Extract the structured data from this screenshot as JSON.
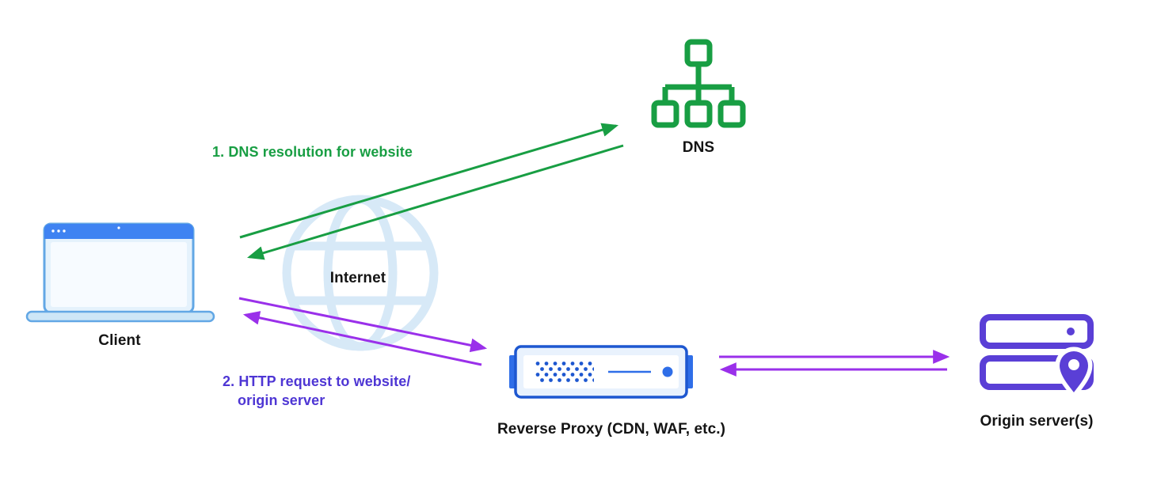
{
  "diagram": {
    "nodes": [
      {
        "id": "client",
        "label": "Client",
        "icon": "laptop-icon"
      },
      {
        "id": "dns",
        "label": "DNS",
        "icon": "dns-tree-icon"
      },
      {
        "id": "internet",
        "label": "Internet",
        "icon": "globe-icon"
      },
      {
        "id": "reverse_proxy",
        "label": "Reverse Proxy (CDN, WAF, etc.)",
        "icon": "server-appliance-icon"
      },
      {
        "id": "origin",
        "label": "Origin server(s)",
        "icon": "server-stack-location-pin-icon"
      }
    ],
    "flows": [
      {
        "id": "dns_resolution",
        "label": "1. DNS resolution for website",
        "from": "Client",
        "to": "DNS",
        "direction": "bidirectional",
        "color": "green"
      },
      {
        "id": "http_request",
        "label_line1": "2. HTTP request to website/",
        "label_line2": "origin server",
        "from": "Client",
        "to": "Reverse Proxy (CDN, WAF, etc.)",
        "direction": "bidirectional",
        "color": "purple"
      },
      {
        "id": "proxy_origin_exchange",
        "from": "Reverse Proxy (CDN, WAF, etc.)",
        "to": "Origin server(s)",
        "direction": "bidirectional",
        "color": "purple"
      }
    ],
    "colors": {
      "green": "#189e43",
      "purple": "#9a30ea",
      "indigo_text": "#4e36d4",
      "globe_blue": "#d7e9f7",
      "proxy_border": "#1d57d0",
      "proxy_fill": "#e9f2fd",
      "proxy_accent": "#2f6ee8",
      "origin_purple": "#5a3fd6",
      "laptop_border": "#62a7e5",
      "laptop_fill": "#e5f2fc",
      "laptop_base": "#cde6f7",
      "laptop_bar_blue": "#3f83f2",
      "text": "#141414"
    }
  }
}
